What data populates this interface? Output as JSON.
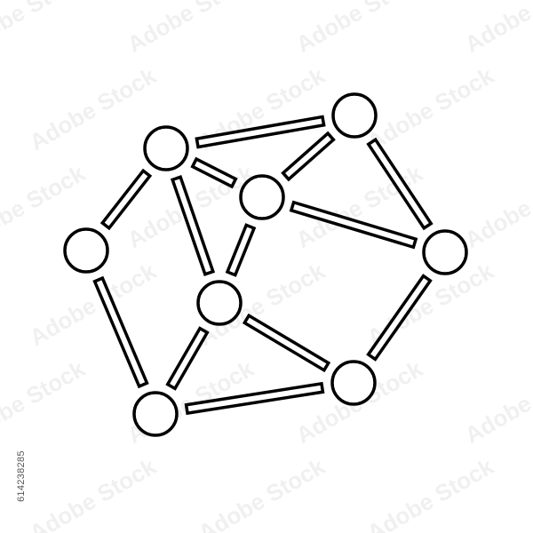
{
  "graphic": {
    "icon": "molecule-network-icon",
    "stroke_color": "#000000",
    "fill_color": "#ffffff",
    "node_count": 8,
    "link_count": 13
  },
  "stock": {
    "id_label": "614238285",
    "watermark_text": "Adobe Stock"
  }
}
